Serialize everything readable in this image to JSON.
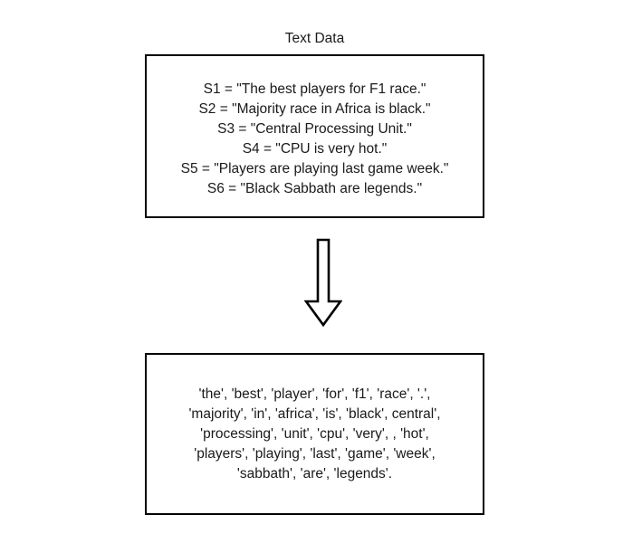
{
  "diagram": {
    "title": "Text Data",
    "background_color": "#ffffff",
    "stroke_color": "#000000",
    "text_color": "#1a1a1a",
    "arrow": {
      "icon": "down-block-arrow-icon",
      "direction": "down",
      "style": "hollow-outline"
    },
    "input_box": {
      "lines": [
        "S1 = \"The best players for F1 race.\"",
        "S2 = \"Majority race in Africa is black.\"",
        "S3 = \"Central Processing Unit.\"",
        "S4 = \"CPU is very hot.\"",
        "S5 = \"Players are playing last game week.\"",
        "S6 = \"Black Sabbath are legends.\""
      ]
    },
    "output_box": {
      "lines": [
        "'the', 'best', 'player', 'for', 'f1', 'race', '.',",
        "'majority', 'in', 'africa', 'is', 'black', central',",
        "'processing', 'unit', 'cpu', 'very', , 'hot',",
        "'players', 'playing', 'last', 'game', 'week',",
        "'sabbath', 'are', 'legends'."
      ]
    }
  }
}
